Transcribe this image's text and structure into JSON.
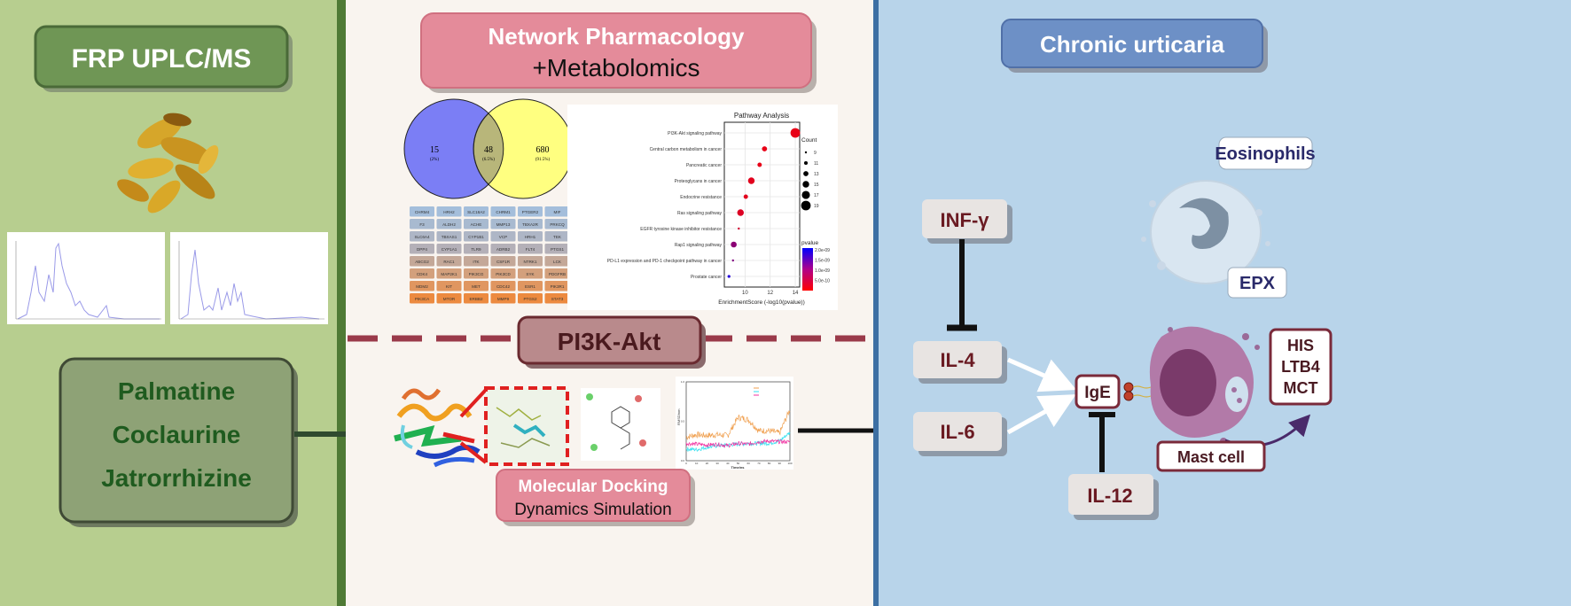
{
  "left_panel": {
    "title": "FRP UPLC/MS",
    "compounds": [
      "Palmatine",
      "Coclaurine",
      "Jatrorrhizine"
    ],
    "colors": {
      "background": "#b7ce8f",
      "border": "#4f7a35",
      "title_box": "#6f9655",
      "compound_text": "#1f5b1f"
    }
  },
  "middle_panel": {
    "title_line1": "Network Pharmacology",
    "title_line2": "+Metabolomics",
    "pathway_label": "PI3K-Akt",
    "docking_line1": "Molecular Docking",
    "docking_line2": "Dynamics Simulation",
    "colors": {
      "background": "#f9f4ef",
      "title_box": "#e48b9a",
      "divider": "#9a3a4a",
      "pathway_box": "#b98a8c"
    }
  },
  "venn": {
    "left": {
      "count": "15",
      "percent": "(2%)",
      "color": "#7b7ef5"
    },
    "overlap": {
      "count": "48",
      "percent": "(6.5%)",
      "color": "#b8b67a"
    },
    "right": {
      "count": "680",
      "percent": "(91.5%)",
      "color": "#ffff80"
    }
  },
  "gene_table": [
    [
      "CHRM4",
      "HRH2",
      "SLC18A2",
      "CHRM1",
      "PTGER2",
      "MIF"
    ],
    [
      "F3",
      "ALDH2",
      "ACHE",
      "MMP13",
      "TBXA2R",
      "PRKCQ"
    ],
    [
      "SLC6A4",
      "TBXAS1",
      "CYP1B1",
      "VCP",
      "HRH1",
      "TEK"
    ],
    [
      "DPP4",
      "CYP1A1",
      "TLR9",
      "ADRB2",
      "FLT4",
      "PTGS1"
    ],
    [
      "ABCG2",
      "RAC1",
      "ITK",
      "CSF1R",
      "NTRK1",
      "LCK"
    ],
    [
      "CDK4",
      "MAP2K1",
      "PIK3CG",
      "PIK3CD",
      "SYK",
      "PDGFRB"
    ],
    [
      "MDM2",
      "KIT",
      "MET",
      "CDC42",
      "ESR1",
      "PIK3R1"
    ],
    [
      "PIK3CA",
      "MTOR",
      "ERBB2",
      "MMP9",
      "PTGS2",
      "STAT3"
    ]
  ],
  "chart_data": [
    {
      "type": "scatter",
      "title": "Pathway Analysis",
      "xlabel": "EnrichmentScore (-log10(pvalue))",
      "xlim": [
        8.35,
        14.35
      ],
      "xticks": [
        10,
        12,
        14
      ],
      "grid": true,
      "categories": [
        "PI3K-Akt signaling pathway",
        "Central carbon metabolism in cancer",
        "Pancreatic cancer",
        "Proteoglycans in cancer",
        "Endocrine resistance",
        "Ras signaling pathway",
        "EGFR tyrosine kinase inhibitor resistance",
        "Rap1 signaling pathway",
        "PD-L1 expression and PD-1 checkpoint pathway in cancer",
        "Prostate cancer"
      ],
      "enrichment_score": [
        14.0,
        11.55,
        11.16,
        10.5,
        10.06,
        9.64,
        9.5,
        9.1,
        9.04,
        8.72
      ],
      "count": [
        19,
        13,
        12,
        15,
        12,
        15,
        9,
        14,
        9,
        10
      ],
      "pvalue": [
        2e-10,
        2e-10,
        2e-10,
        2.5e-10,
        2.5e-10,
        3e-10,
        4e-10,
        1e-09,
        1.1e-09,
        1.9e-09
      ],
      "size_legend": {
        "title": "Count",
        "values": [
          9,
          11,
          13,
          15,
          17,
          19
        ]
      },
      "color_legend": {
        "title": "pvalue",
        "labels": [
          "2.0e-09",
          "1.5e-09",
          "1.0e-09",
          "5.0e-10"
        ],
        "range": [
          0,
          2.2e-09
        ],
        "low_color": "#ff0000",
        "high_color": "#0000ff"
      },
      "legend": "right"
    },
    {
      "type": "line",
      "xlabel": "Time/ns",
      "ylabel": "RMSD/nm",
      "xlim": [
        0,
        100
      ],
      "ylim": [
        0,
        1.0
      ],
      "xticks": [
        0,
        10,
        20,
        30,
        40,
        50,
        60,
        70,
        80,
        90,
        100
      ],
      "yticks": [
        "0.0",
        "0.5",
        "1.0"
      ],
      "x": [
        0,
        10,
        20,
        30,
        40,
        50,
        60,
        70,
        80,
        90,
        100
      ],
      "series": [
        {
          "color": "#f0a050",
          "values": [
            0.3,
            0.33,
            0.32,
            0.33,
            0.32,
            0.55,
            0.52,
            0.38,
            0.38,
            0.35,
            0.65
          ]
        },
        {
          "color": "#30e0f0",
          "values": [
            0.15,
            0.14,
            0.17,
            0.19,
            0.2,
            0.21,
            0.22,
            0.22,
            0.22,
            0.25,
            0.36
          ]
        },
        {
          "color": "#f030a0",
          "values": [
            0.22,
            0.21,
            0.2,
            0.21,
            0.19,
            0.22,
            0.21,
            0.24,
            0.25,
            0.24,
            0.24
          ]
        }
      ],
      "legend": "top-right"
    }
  ],
  "right_panel": {
    "title": "Chronic urticaria",
    "eosinophils": "Eosinophils",
    "epx": "EPX",
    "inf": "INF-γ",
    "il4": "IL-4",
    "il6": "IL-6",
    "il12": "IL-12",
    "ige": "IgE",
    "mediators": [
      "HIS",
      "LTB4",
      "MCT"
    ],
    "mast_cell": "Mast cell",
    "colors": {
      "background": "#b8d4ea",
      "border": "#3d6fa3",
      "title_box": "#6d90c6",
      "cytokine_text": "#6a1a22",
      "mast_cell": "#b27aa8"
    }
  }
}
